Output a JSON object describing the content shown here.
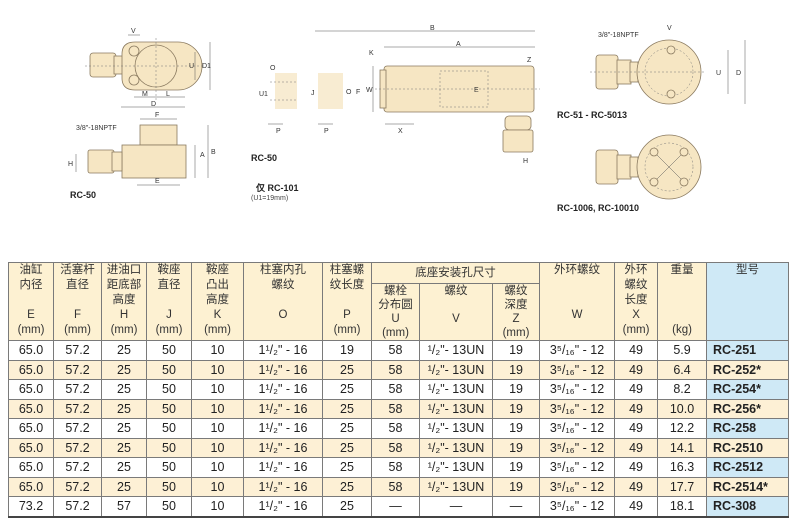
{
  "drawings": {
    "top_view": {
      "V": "V",
      "U": "U",
      "D1": "D1",
      "M": "M",
      "L": "L",
      "D": "D"
    },
    "side_view": {
      "F": "F",
      "B": "B",
      "A": "A",
      "H": "H",
      "E": "E",
      "port": "3/8\"-18NPTF",
      "caption": "RC-50"
    },
    "plunger": {
      "O": "O",
      "U1": "U1",
      "P1": "P",
      "J": "J",
      "P2": "P",
      "O2": "O",
      "F": "F",
      "caption": "RC-50",
      "note": "仅 RC-101",
      "note2": "(U1=19mm)"
    },
    "long_cyl": {
      "B": "B",
      "A": "A",
      "K": "K",
      "W": "W",
      "E": "E",
      "X": "X",
      "Z": "Z",
      "H": "H"
    },
    "round_a": {
      "port": "3/8\"-18NPTF",
      "V": "V",
      "U": "U",
      "D": "D",
      "caption": "RC-51 - RC-5013"
    },
    "round_b": {
      "caption": "RC-1006, RC-10010"
    }
  },
  "table": {
    "group_header": "底座安装孔尺寸",
    "headers": [
      [
        "油缸",
        "内径",
        "",
        "E",
        "(mm)"
      ],
      [
        "活塞杆",
        "直径",
        "",
        "F",
        "(mm)"
      ],
      [
        "进油口",
        "距底部",
        "高度",
        "H",
        "(mm)"
      ],
      [
        "鞍座",
        "直径",
        "",
        "J",
        "(mm)"
      ],
      [
        "鞍座",
        "凸出",
        "高度",
        "K",
        "(mm)"
      ],
      [
        "柱塞内孔",
        "螺纹",
        "",
        "O",
        ""
      ],
      [
        "柱塞螺",
        "纹长度",
        "",
        "P",
        "(mm)"
      ],
      [
        "螺栓",
        "分布圆",
        "U",
        "(mm)"
      ],
      [
        "螺纹",
        "",
        "V",
        ""
      ],
      [
        "螺纹",
        "深度",
        "Z",
        "(mm)"
      ],
      [
        "外环螺纹",
        "",
        "",
        "W",
        ""
      ],
      [
        "外环",
        "螺纹",
        "长度",
        "X",
        "(mm)"
      ],
      [
        "重量",
        "",
        "",
        "",
        "(kg)"
      ],
      [
        "型号",
        "",
        "",
        "",
        ""
      ]
    ],
    "rows": [
      [
        "65.0",
        "57.2",
        "25",
        "50",
        "10",
        "1¹/₂\" - 16",
        "19",
        "58",
        "¹/₂\"- 13UN",
        "19",
        "3⁵/₁₆\" - 12",
        "49",
        "5.9",
        "RC-251"
      ],
      [
        "65.0",
        "57.2",
        "25",
        "50",
        "10",
        "1¹/₂\" - 16",
        "25",
        "58",
        "¹/₂\"- 13UN",
        "19",
        "3⁵/₁₆\" - 12",
        "49",
        "6.4",
        "RC-252*"
      ],
      [
        "65.0",
        "57.2",
        "25",
        "50",
        "10",
        "1¹/₂\" - 16",
        "25",
        "58",
        "¹/₂\"- 13UN",
        "19",
        "3⁵/₁₆\" - 12",
        "49",
        "8.2",
        "RC-254*"
      ],
      [
        "65.0",
        "57.2",
        "25",
        "50",
        "10",
        "1¹/₂\" - 16",
        "25",
        "58",
        "¹/₂\"- 13UN",
        "19",
        "3⁵/₁₆\" - 12",
        "49",
        "10.0",
        "RC-256*"
      ],
      [
        "65.0",
        "57.2",
        "25",
        "50",
        "10",
        "1¹/₂\" - 16",
        "25",
        "58",
        "¹/₂\"- 13UN",
        "19",
        "3⁵/₁₆\" - 12",
        "49",
        "12.2",
        "RC-258"
      ],
      [
        "65.0",
        "57.2",
        "25",
        "50",
        "10",
        "1¹/₂\" - 16",
        "25",
        "58",
        "¹/₂\"- 13UN",
        "19",
        "3⁵/₁₆\" - 12",
        "49",
        "14.1",
        "RC-2510"
      ],
      [
        "65.0",
        "57.2",
        "25",
        "50",
        "10",
        "1¹/₂\" - 16",
        "25",
        "58",
        "¹/₂\"- 13UN",
        "19",
        "3⁵/₁₆\" - 12",
        "49",
        "16.3",
        "RC-2512"
      ],
      [
        "65.0",
        "57.2",
        "25",
        "50",
        "10",
        "1¹/₂\" - 16",
        "25",
        "58",
        "¹/₂\"- 13UN",
        "19",
        "3⁵/₁₆\" - 12",
        "49",
        "17.7",
        "RC-2514*"
      ],
      [
        "73.2",
        "57.2",
        "57",
        "50",
        "10",
        "1¹/₂\" - 16",
        "25",
        "—",
        "—",
        "—",
        "3⁵/₁₆\" - 12",
        "49",
        "18.1",
        "RC-308"
      ]
    ]
  }
}
